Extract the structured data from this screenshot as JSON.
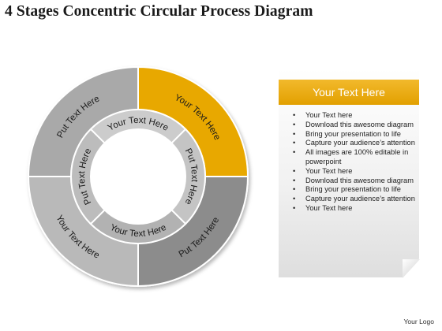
{
  "title": "4 Stages Concentric Circular Process Diagram",
  "diagram": {
    "outer_ring": [
      {
        "label": "Put Text Here",
        "color": "#a9a9a9"
      },
      {
        "label": "Your Text Here",
        "color": "#e8a800"
      },
      {
        "label": "Put Text Here",
        "color": "#8c8c8c"
      },
      {
        "label": "Your Text Here",
        "color": "#b9b9b9"
      }
    ],
    "inner_ring": [
      {
        "label": "Your Text Here",
        "color": "#cccccc"
      },
      {
        "label": "Put Text Here",
        "color": "#c4c4c4"
      },
      {
        "label": "Your Text Here",
        "color": "#b2b2b2"
      },
      {
        "label": "Put Text Here",
        "color": "#bcbcbc"
      }
    ]
  },
  "panel": {
    "heading": "Your Text Here",
    "items": [
      "Your Text here",
      "Download this awesome diagram",
      "Bring your presentation to life",
      "Capture your audience’s attention",
      "All images are 100% editable in powerpoint",
      "Your Text here",
      "Download this awesome diagram",
      "Bring your presentation to life",
      "Capture your audience’s attention",
      "Your Text here"
    ]
  },
  "footer": "Your Logo"
}
